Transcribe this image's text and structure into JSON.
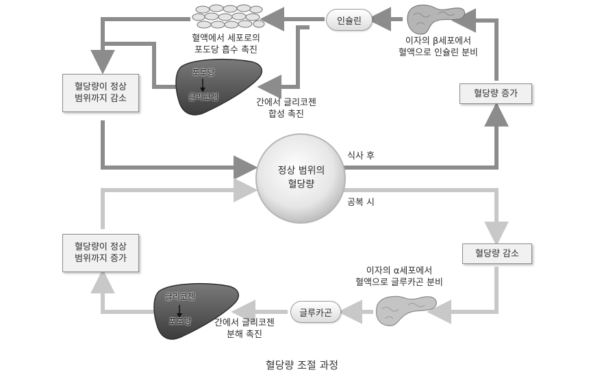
{
  "boxes": {
    "decrease_to_normal": [
      "혈당량이 정상",
      "범위까지 감소"
    ],
    "increase": "혈당량 증가",
    "increase_to_normal": [
      "혈당량이 정상",
      "범위까지 증가"
    ],
    "decrease": "혈당량 감소"
  },
  "hormones": {
    "insulin": "인슐린",
    "glucagon": "글루카곤"
  },
  "center": [
    "정상 범위의",
    "혈당량"
  ],
  "arrow_labels": {
    "after_meal": "식사 후",
    "fasting": "공복 시"
  },
  "annotations": {
    "cell_uptake": [
      "혈액에서 세포로의",
      "포도당 흡수 촉진"
    ],
    "beta_secretion": [
      "이자의 β세포에서",
      "혈액으로 인슐린 분비"
    ],
    "glycogen_synthesis": [
      "간에서 글리코젠",
      "합성 촉진"
    ],
    "alpha_secretion": [
      "이자의 α세포에서",
      "혈액으로 글루카곤 분비"
    ],
    "glycogen_breakdown": [
      "간에서 글리코젠",
      "분해 촉진"
    ]
  },
  "liver_top": {
    "from": "포도당",
    "to": "글리코젠"
  },
  "liver_bottom": {
    "from": "글리코젠",
    "to": "포도당"
  },
  "caption": "혈당량 조절 과정",
  "colors": {
    "arrow_dark": "#8c8c8c",
    "arrow_light": "#c8c8c8",
    "liver": "#5a5a5a",
    "pancreas": "#b0b0b0"
  }
}
